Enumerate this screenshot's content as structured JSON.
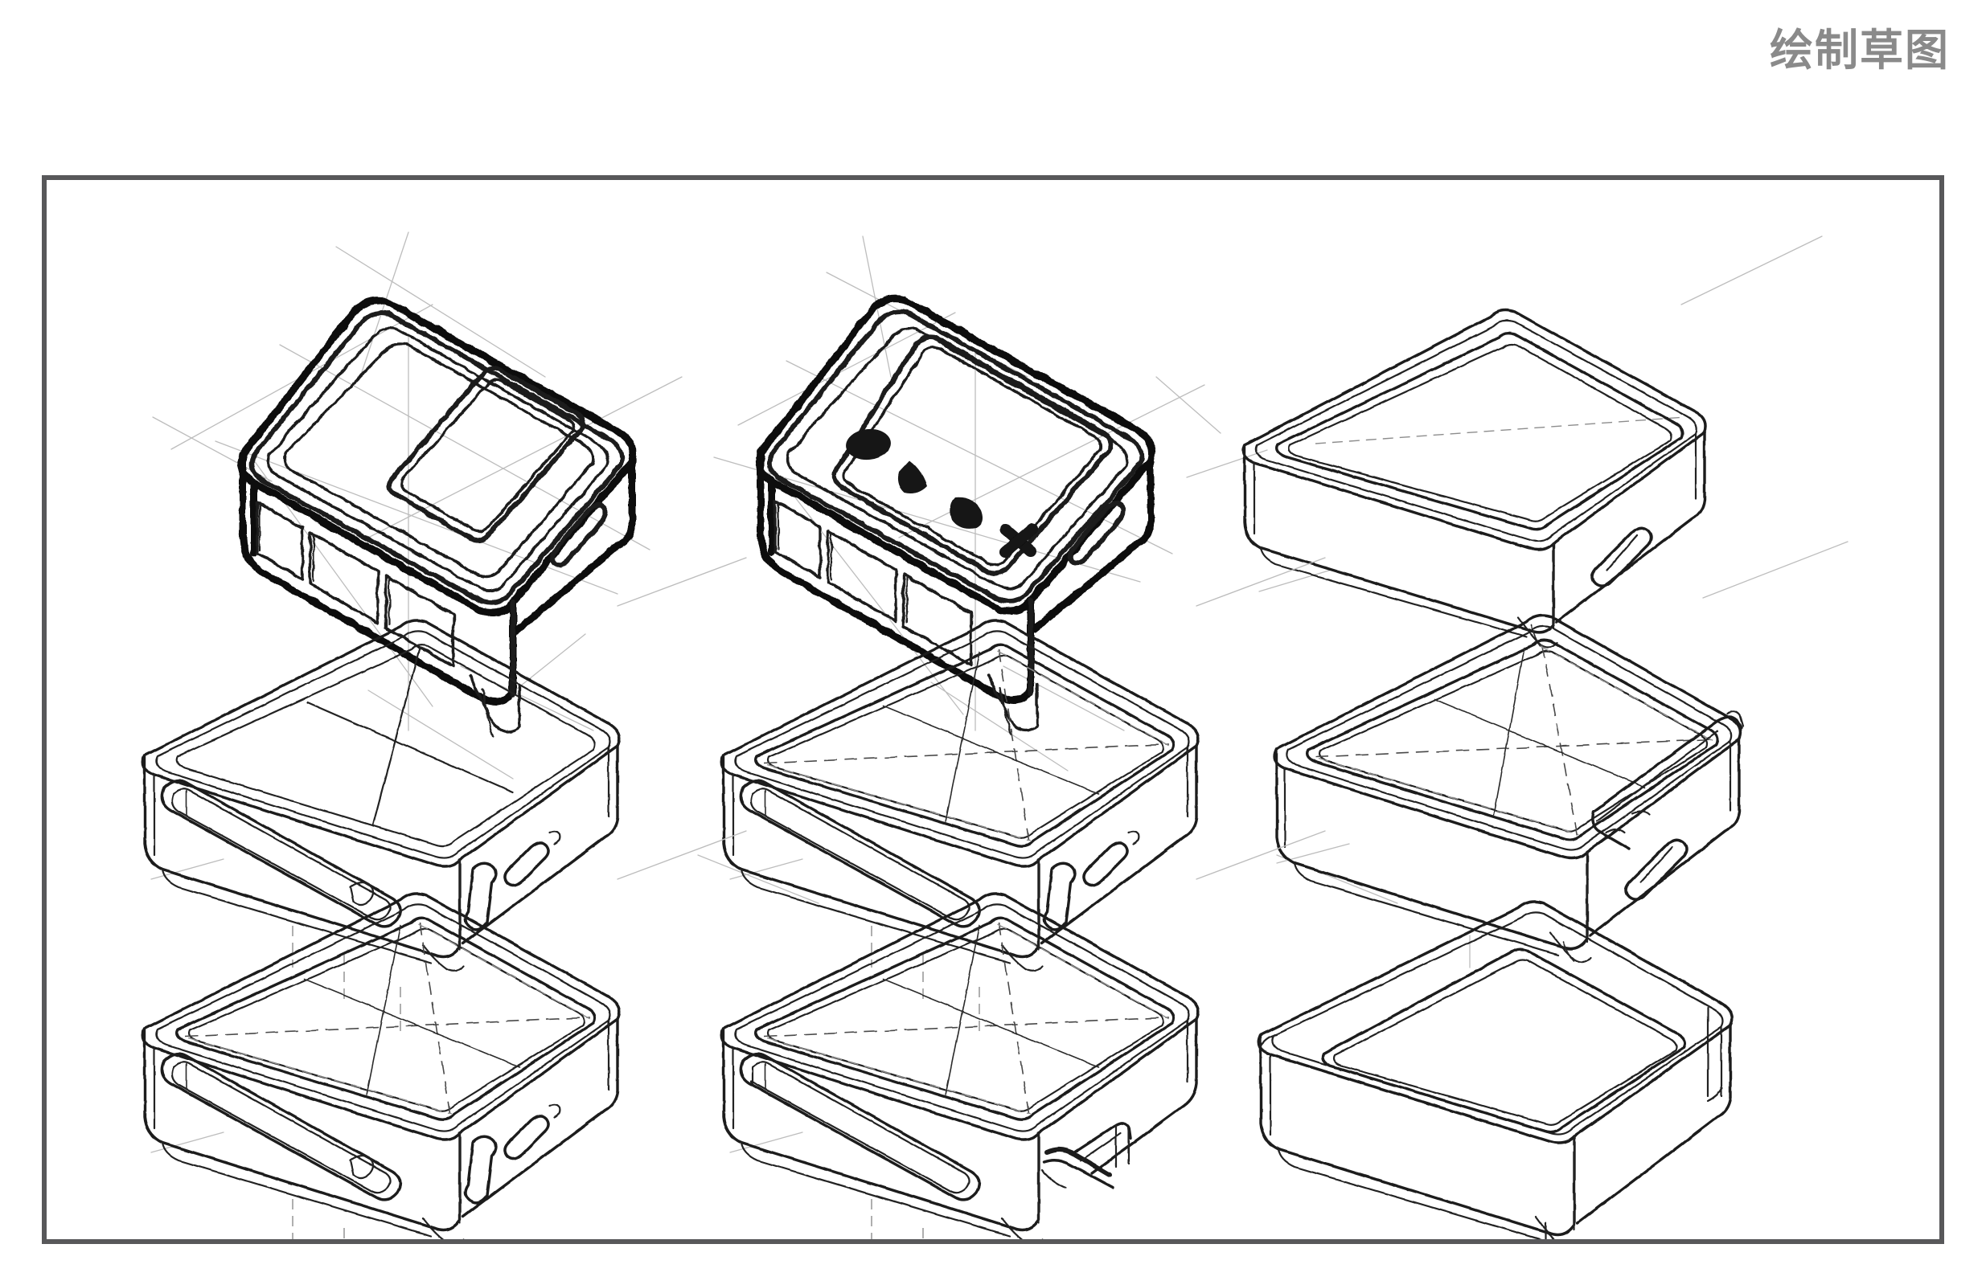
{
  "page": {
    "title": "绘制草图",
    "title_color": "#8a8a8a",
    "background_color": "#ffffff"
  },
  "board": {
    "name": "sketch-board",
    "border_color": "#58585a",
    "fill_color": "#ffffff",
    "columns": 3,
    "rows": 3,
    "total_sketches": 9
  },
  "sketches": [
    {
      "id": "sketch-1",
      "position": "row-1-col-1",
      "style": "rough-marker",
      "label": "rough marker sketch, screen with vertical sub-panel, three side buttons",
      "features": [
        "thick-outline",
        "recessed-screen",
        "vertical-sub-window",
        "left-side-buttons",
        "right-side-port",
        "construction-guides"
      ]
    },
    {
      "id": "sketch-2",
      "position": "row-1-col-2",
      "style": "rough-marker",
      "label": "rough marker sketch with four control marks below screen",
      "features": [
        "thick-outline",
        "recessed-screen",
        "control-marks",
        "left-side-buttons",
        "right-side-port",
        "construction-guides"
      ],
      "control_marks": [
        "ellipse",
        "teardrop",
        "dome",
        "x-cross"
      ]
    },
    {
      "id": "sketch-3",
      "position": "row-1-col-3",
      "style": "clean-line",
      "label": "clean isometric box, raised top panel, diagonal centre guides, side button",
      "features": [
        "clean-outline",
        "raised-top-panel",
        "diagonal-guides",
        "side-button"
      ]
    },
    {
      "id": "sketch-4",
      "position": "row-2-col-1",
      "style": "clean-line",
      "label": "clean isometric box, quartered top panel, long side slot and small port",
      "features": [
        "clean-outline",
        "quartered-top-panel",
        "long-side-slot",
        "corner-slot",
        "small-side-button"
      ]
    },
    {
      "id": "sketch-5",
      "position": "row-2-col-2",
      "style": "clean-line",
      "label": "clean isometric box, diagonal guides on top, long side slot",
      "features": [
        "clean-outline",
        "diagonal-guides",
        "long-side-slot",
        "corner-slot",
        "small-side-button"
      ]
    },
    {
      "id": "sketch-6",
      "position": "row-2-col-3",
      "style": "clean-line",
      "label": "clean isometric box with hinged flap at right edge and side button",
      "features": [
        "clean-outline",
        "diagonal-guides",
        "hinge-flap",
        "side-button"
      ]
    },
    {
      "id": "sketch-7",
      "position": "row-3-col-1",
      "style": "clean-line",
      "label": "clean isometric box, diagonal guides, long side slot, small port",
      "features": [
        "clean-outline",
        "diagonal-guides",
        "long-side-slot",
        "small-side-button"
      ]
    },
    {
      "id": "sketch-8",
      "position": "row-3-col-2",
      "style": "clean-line",
      "label": "clean isometric box with open hinge detail at right corner",
      "features": [
        "clean-outline",
        "diagonal-guides",
        "long-side-slot",
        "open-hinge-detail"
      ]
    },
    {
      "id": "sketch-9",
      "position": "row-3-col-3",
      "style": "clean-line",
      "label": "clean isometric box, plain recessed top panel, no guides",
      "features": [
        "clean-outline",
        "recessed-top-panel",
        "rounded-corners"
      ]
    }
  ]
}
